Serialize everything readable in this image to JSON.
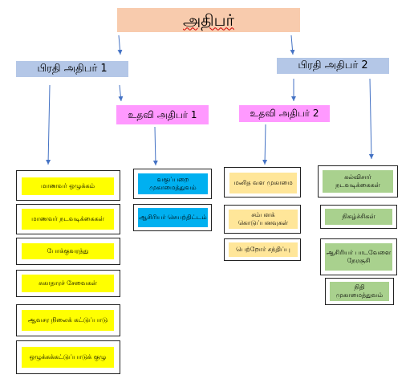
{
  "root": {
    "label": "அதிபர்"
  },
  "deputies": [
    {
      "label": "பிரதி அதிபர் 1"
    },
    {
      "label": "பிரதி அதிபர் 2"
    }
  ],
  "assistants": [
    {
      "label": "உதவி அதிபர் 1"
    },
    {
      "label": "உதவி அதிபர் 2"
    }
  ],
  "column1": [
    "மாணவர் ஒழுக்கம்",
    "மாணவர் நடவடிக்கைகள்",
    "போக்குவரத்து",
    "சுகாதாரச் சேவைகள்",
    "ஆவசர நிலைக் கட்டுப்பாடு",
    "ஒழுக்கக்கட்டுப்பாடுக் குழு"
  ],
  "column2": [
    "வகுப்பறை முகாமைத்துவம்",
    "ஆசிரியர் செயற்திட்டம்"
  ],
  "column3": [
    "மனித வள முகாமை",
    "சம்பளக் கொடுப்பனவுகள்",
    "பெற்றோர் சந்திப்பு"
  ],
  "column4": [
    "கல்விசார் நடவடிக்கைகள்",
    "நிகழ்ச்சிகள்",
    "ஆசிரியர் பாடவேளை நேரசூசி",
    "நிதி முகாமைத்துவம்"
  ],
  "colors": {
    "root": "#f8cbad",
    "deputy": "#b4c7e7",
    "assistant": "#ff99ff",
    "column1": "#ffff00",
    "column2": "#00b0f0",
    "column3": "#ffe699",
    "column4": "#a9d18e",
    "arrow": "#4472c4"
  }
}
